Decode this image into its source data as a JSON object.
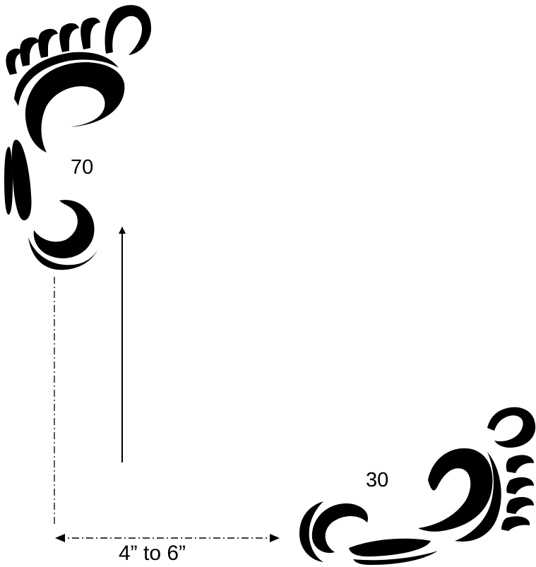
{
  "labels": {
    "first_step": "70",
    "second_step": "30",
    "spacing": "4” to 6”"
  },
  "colors": {
    "ink": "#000000",
    "background": "#ffffff"
  }
}
